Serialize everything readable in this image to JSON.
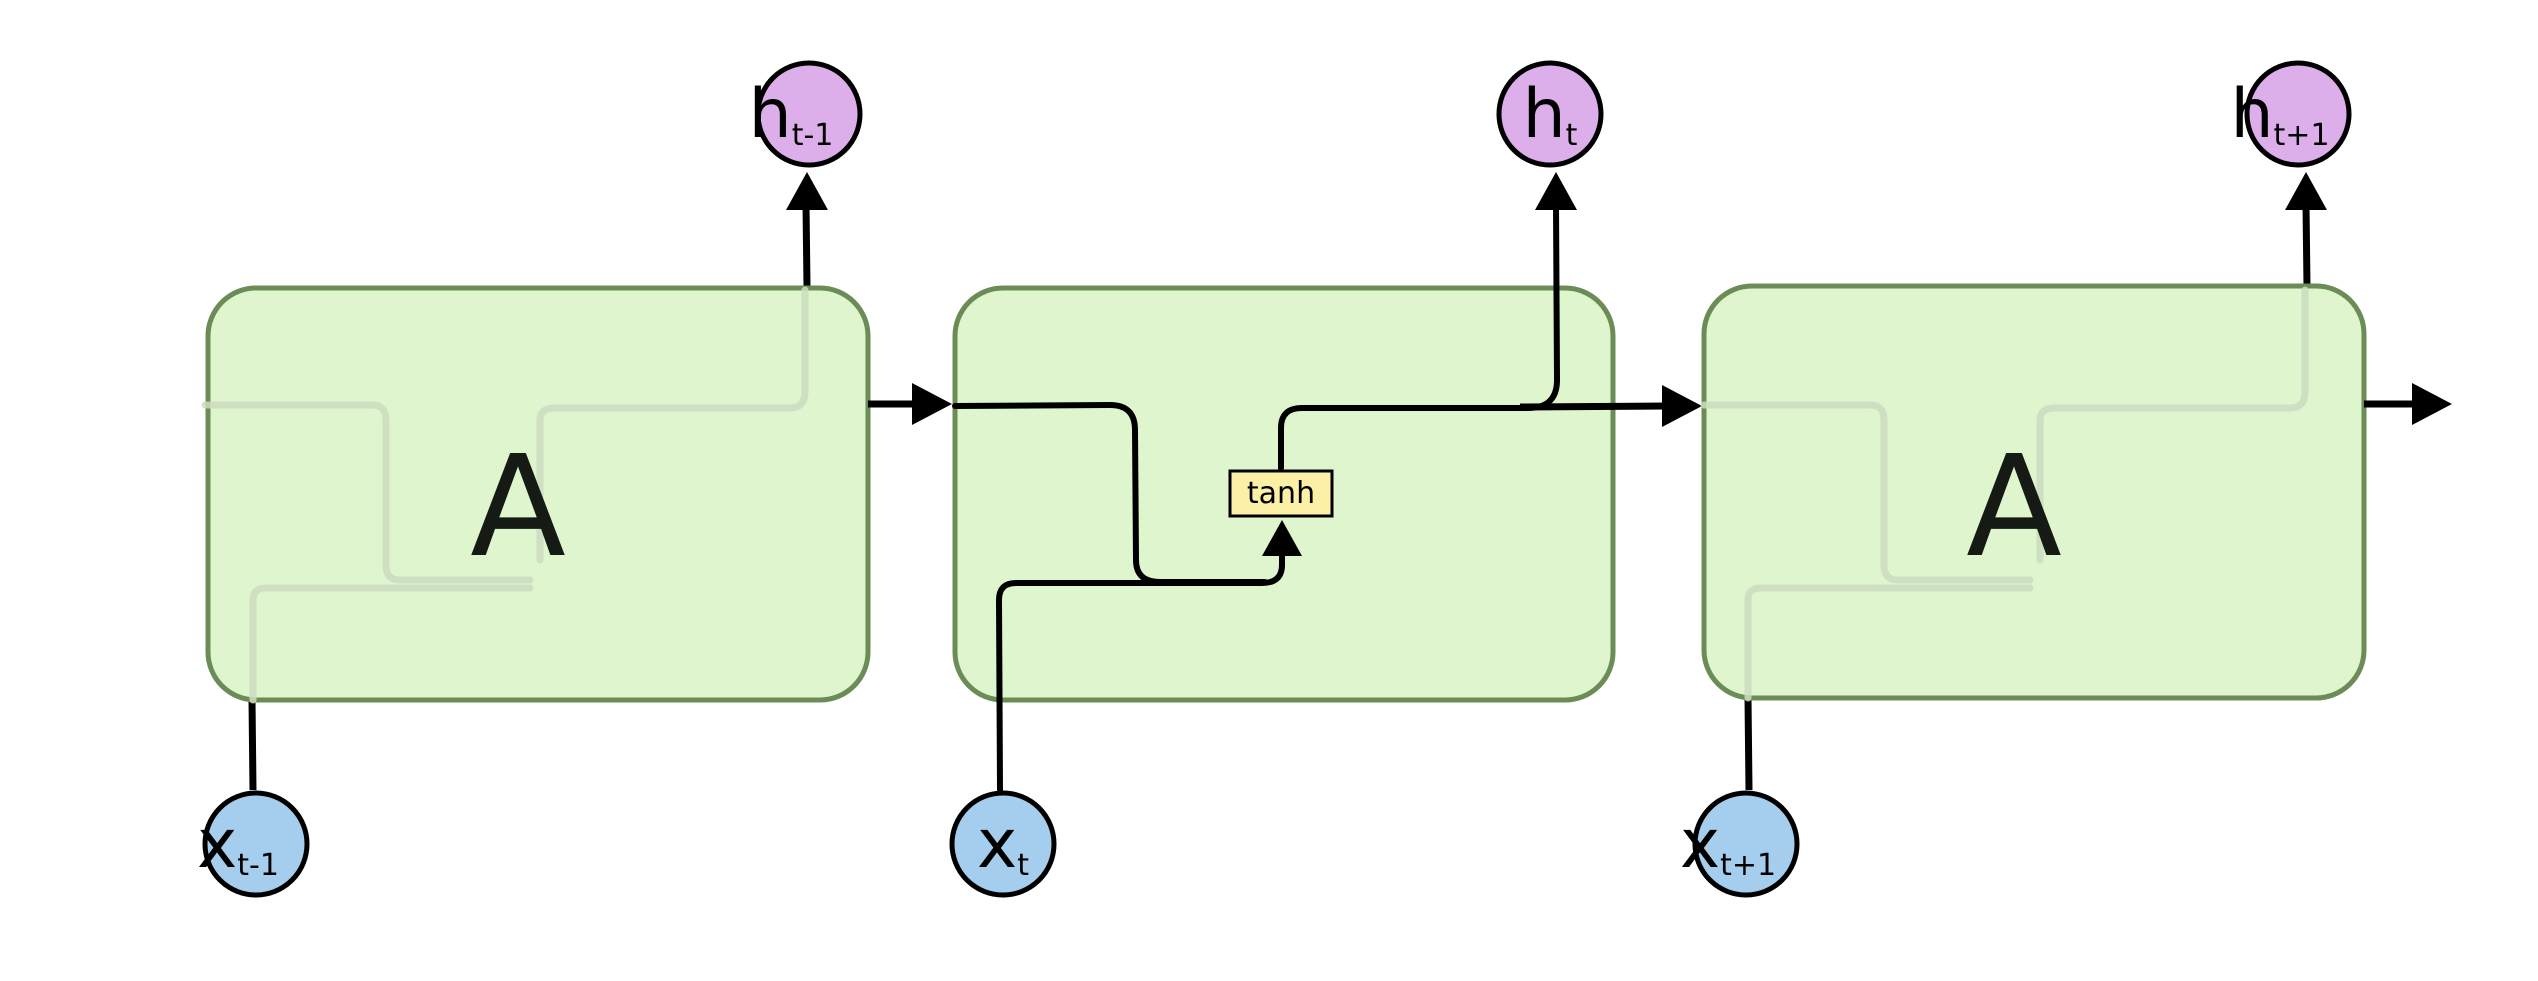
{
  "diagram": {
    "cells": [
      {
        "id": "cell-prev",
        "label": "A"
      },
      {
        "id": "cell-current",
        "label": "",
        "activation": "tanh"
      },
      {
        "id": "cell-next",
        "label": "A"
      }
    ],
    "outputs": [
      {
        "main": "h",
        "sub": "t-1"
      },
      {
        "main": "h",
        "sub": "t"
      },
      {
        "main": "h",
        "sub": "t+1"
      }
    ],
    "inputs": [
      {
        "main": "x",
        "sub": "t-1"
      },
      {
        "main": "x",
        "sub": "t"
      },
      {
        "main": "x",
        "sub": "t+1"
      }
    ]
  },
  "colors": {
    "cell_fill": "#dff5ce",
    "cell_stroke": "#6b8c57",
    "output_node": "#dcaeea",
    "input_node": "#a5cdee",
    "activation_box": "#fbf0a6"
  }
}
